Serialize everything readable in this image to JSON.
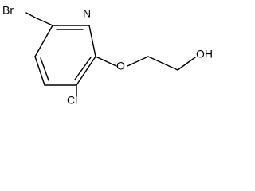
{
  "molecule": {
    "atoms": {
      "bromine": "Br",
      "nitrogen": "N",
      "chlorine": "Cl",
      "ether_oxygen": "O",
      "hydroxyl": "OH"
    }
  }
}
